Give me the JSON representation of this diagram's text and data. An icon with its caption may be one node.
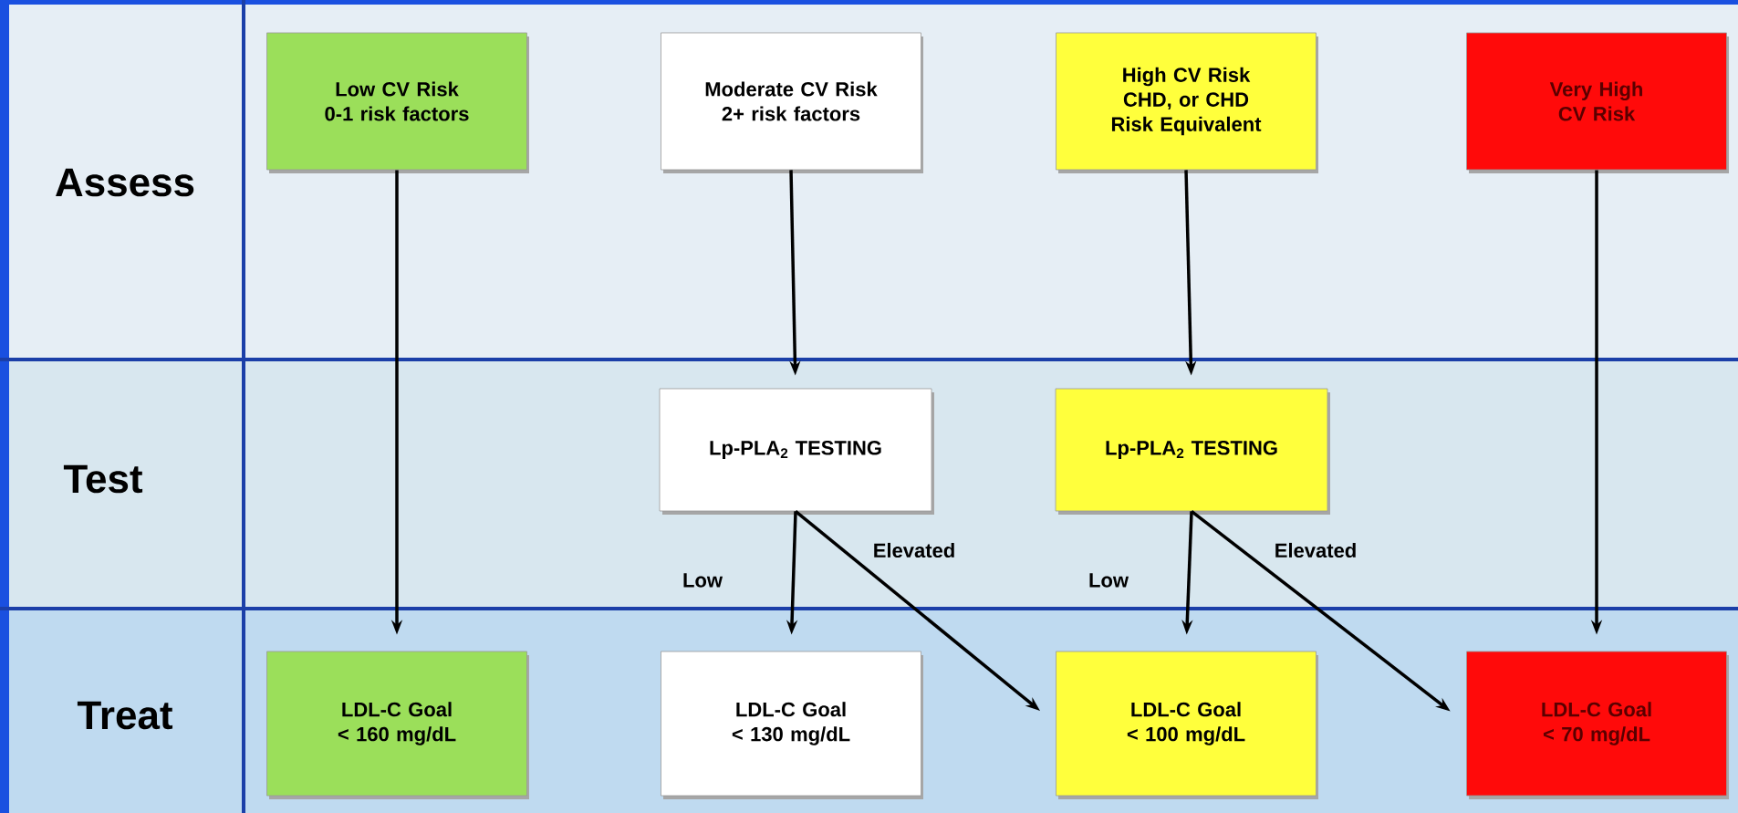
{
  "diagram": {
    "nodes": [
      {
        "text": [
          "Low CV Risk 0-1 risk factors"
        ]
      },
      {
        "text": [
          "Moderate CV Risk 2+ risk factors"
        ]
      },
      {
        "text": [
          "High CV Risk CHD, or CHD Risk Equivalent"
        ]
      },
      {
        "text": [
          "Very High CV Risk"
        ]
      },
      {
        "text": [
          "Lp-PLA$_{2}$ TESTING"
        ]
      },
      {
        "text": [
          "Lp-PLA$_{2}$ TESTING"
        ]
      },
      {
        "text": [
          "LDL-C Goal < 160 mg/dL"
        ]
      },
      {
        "text": [
          "LDL-C Goal < 130 mg/dL"
        ]
      },
      {
        "text": [
          "LDL-C Goal < 100 mg/dL"
        ]
      },
      {
        "text": [
          "LDL-C Goal < 70 mg/dL"
        ]
      }
    ],
    "edges": [
      {
        "from": 0,
        "to": 6,
        "arrow": "to"
      },
      {
        "from": 1,
        "to": 4,
        "arrow": "to"
      },
      {
        "from": 2,
        "to": 5,
        "arrow": "to"
      },
      {
        "from": 3,
        "to": 9,
        "arrow": "to"
      },
      {
        "from": 4,
        "to": 7,
        "arrow": "to",
        "label": "Low"
      },
      {
        "from": 4,
        "to": 8,
        "arrow": "to",
        "label": "Elevated"
      },
      {
        "from": 5,
        "to": 8,
        "arrow": "to",
        "label": "Low"
      },
      {
        "from": 5,
        "to": 9,
        "arrow": "to",
        "label": "Elevated"
      }
    ],
    "labels": [
      "Assess",
      "Test",
      "Treat"
    ]
  }
}
